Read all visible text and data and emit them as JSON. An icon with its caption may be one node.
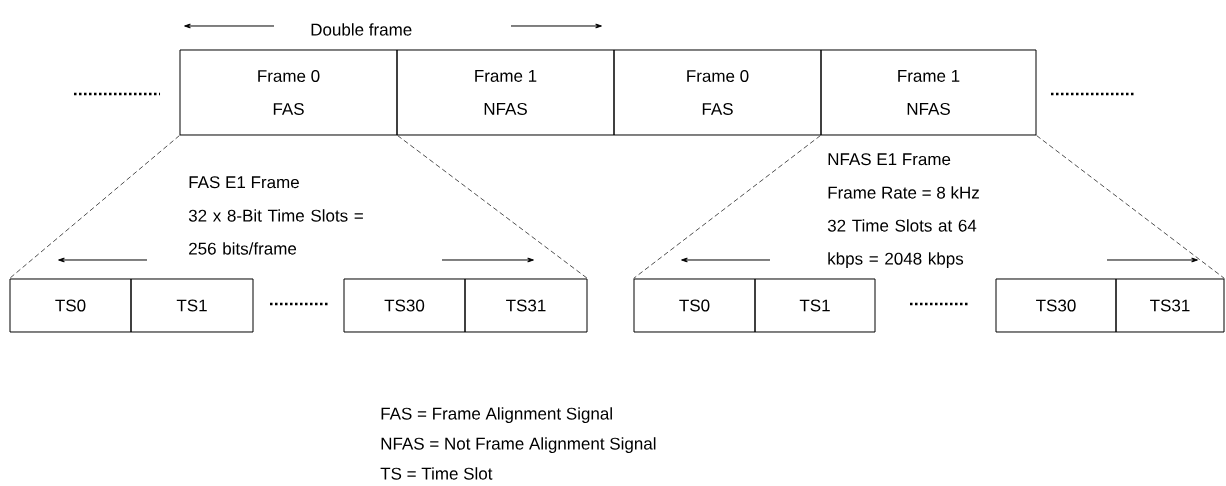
{
  "diagram": {
    "nodes": [
      {
        "text": [
          "Frame 0",
          "FAS"
        ]
      },
      {
        "text": [
          "Frame 1",
          "NFAS"
        ]
      },
      {
        "text": [
          "Frame 0",
          "FAS"
        ]
      },
      {
        "text": [
          "Frame 1",
          "NFAS"
        ]
      },
      {
        "text": [
          "TS0"
        ]
      },
      {
        "text": [
          "TS1"
        ]
      },
      {
        "text": [
          "TS30"
        ]
      },
      {
        "text": [
          "TS31"
        ]
      },
      {
        "text": [
          "TS0"
        ]
      },
      {
        "text": [
          "TS1"
        ]
      },
      {
        "text": [
          "TS30"
        ]
      },
      {
        "text": [
          "TS31"
        ]
      }
    ],
    "edges": [
      {
        "from": 0,
        "to": 4,
        "arrow": "none",
        "style": "dashed"
      },
      {
        "from": 0,
        "to": 7,
        "arrow": "none",
        "style": "dashed"
      },
      {
        "from": 3,
        "to": 8,
        "arrow": "none",
        "style": "dashed"
      },
      {
        "from": 3,
        "to": 11,
        "arrow": "none",
        "style": "dashed"
      }
    ],
    "labels": [
      "Double frame",
      "FAS E1 Frame",
      "32 x 8-Bit Time Slots = 256 bits/frame",
      "NFAS E1 Frame",
      "Frame Rate = 8 kHz",
      "32 Time Slots at 64 kbps = 2048 kbps",
      "FAS = Frame Alignment Signal",
      "NFAS = Not Frame Alignment Signal",
      "TS = Time Slot"
    ]
  }
}
